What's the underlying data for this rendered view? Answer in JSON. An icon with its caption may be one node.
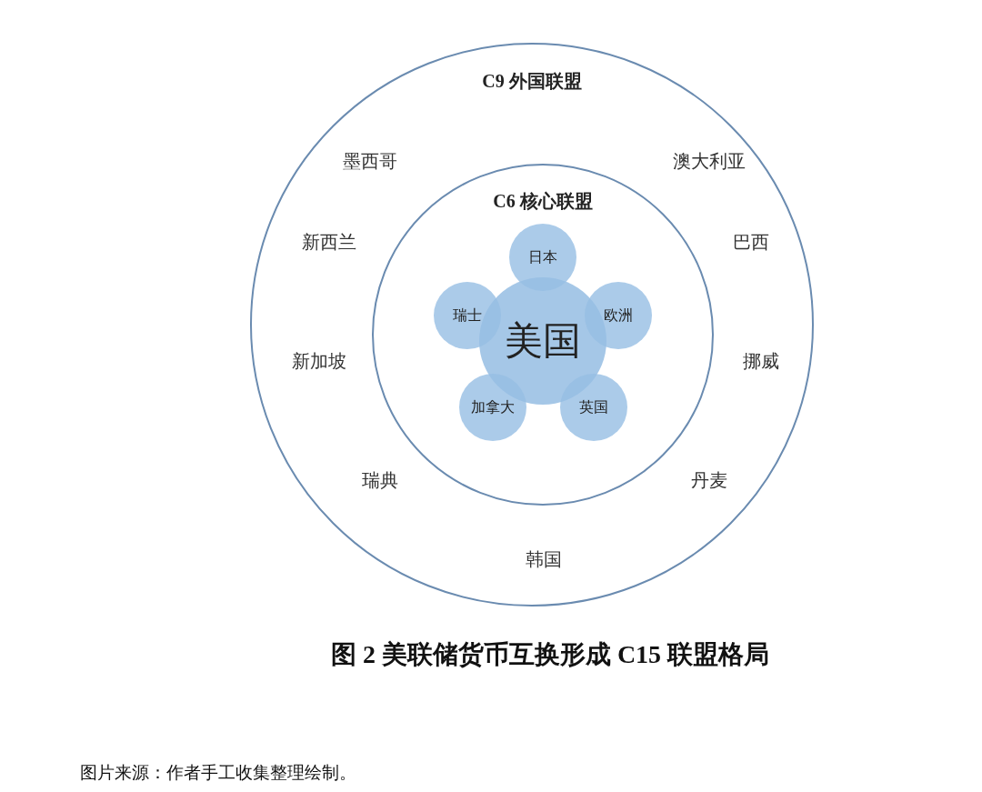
{
  "diagram": {
    "caption": "图 2  美联储货币互换形成 **C15** 联盟格局",
    "nodes": [
      {
        "text": [
          "C9 外国联盟"
        ]
      },
      {
        "text": [
          "C6 核心联盟"
        ],
        "in": 0
      },
      {
        "text": [
          "美国"
        ],
        "in": 1
      },
      {
        "text": [
          "日本"
        ],
        "in": 1
      },
      {
        "text": [
          "欧洲"
        ],
        "in": 1
      },
      {
        "text": [
          "英国"
        ],
        "in": 1
      },
      {
        "text": [
          "加拿大"
        ],
        "in": 1
      },
      {
        "text": [
          "瑞士"
        ],
        "in": 1
      }
    ],
    "labels": [
      "墨西哥",
      "澳大利亚",
      "新西兰",
      "巴西",
      "新加坡",
      "挪威",
      "瑞典",
      "丹麦",
      "韩国",
      "图片来源：作者手工收集整理绘制。"
    ]
  }
}
